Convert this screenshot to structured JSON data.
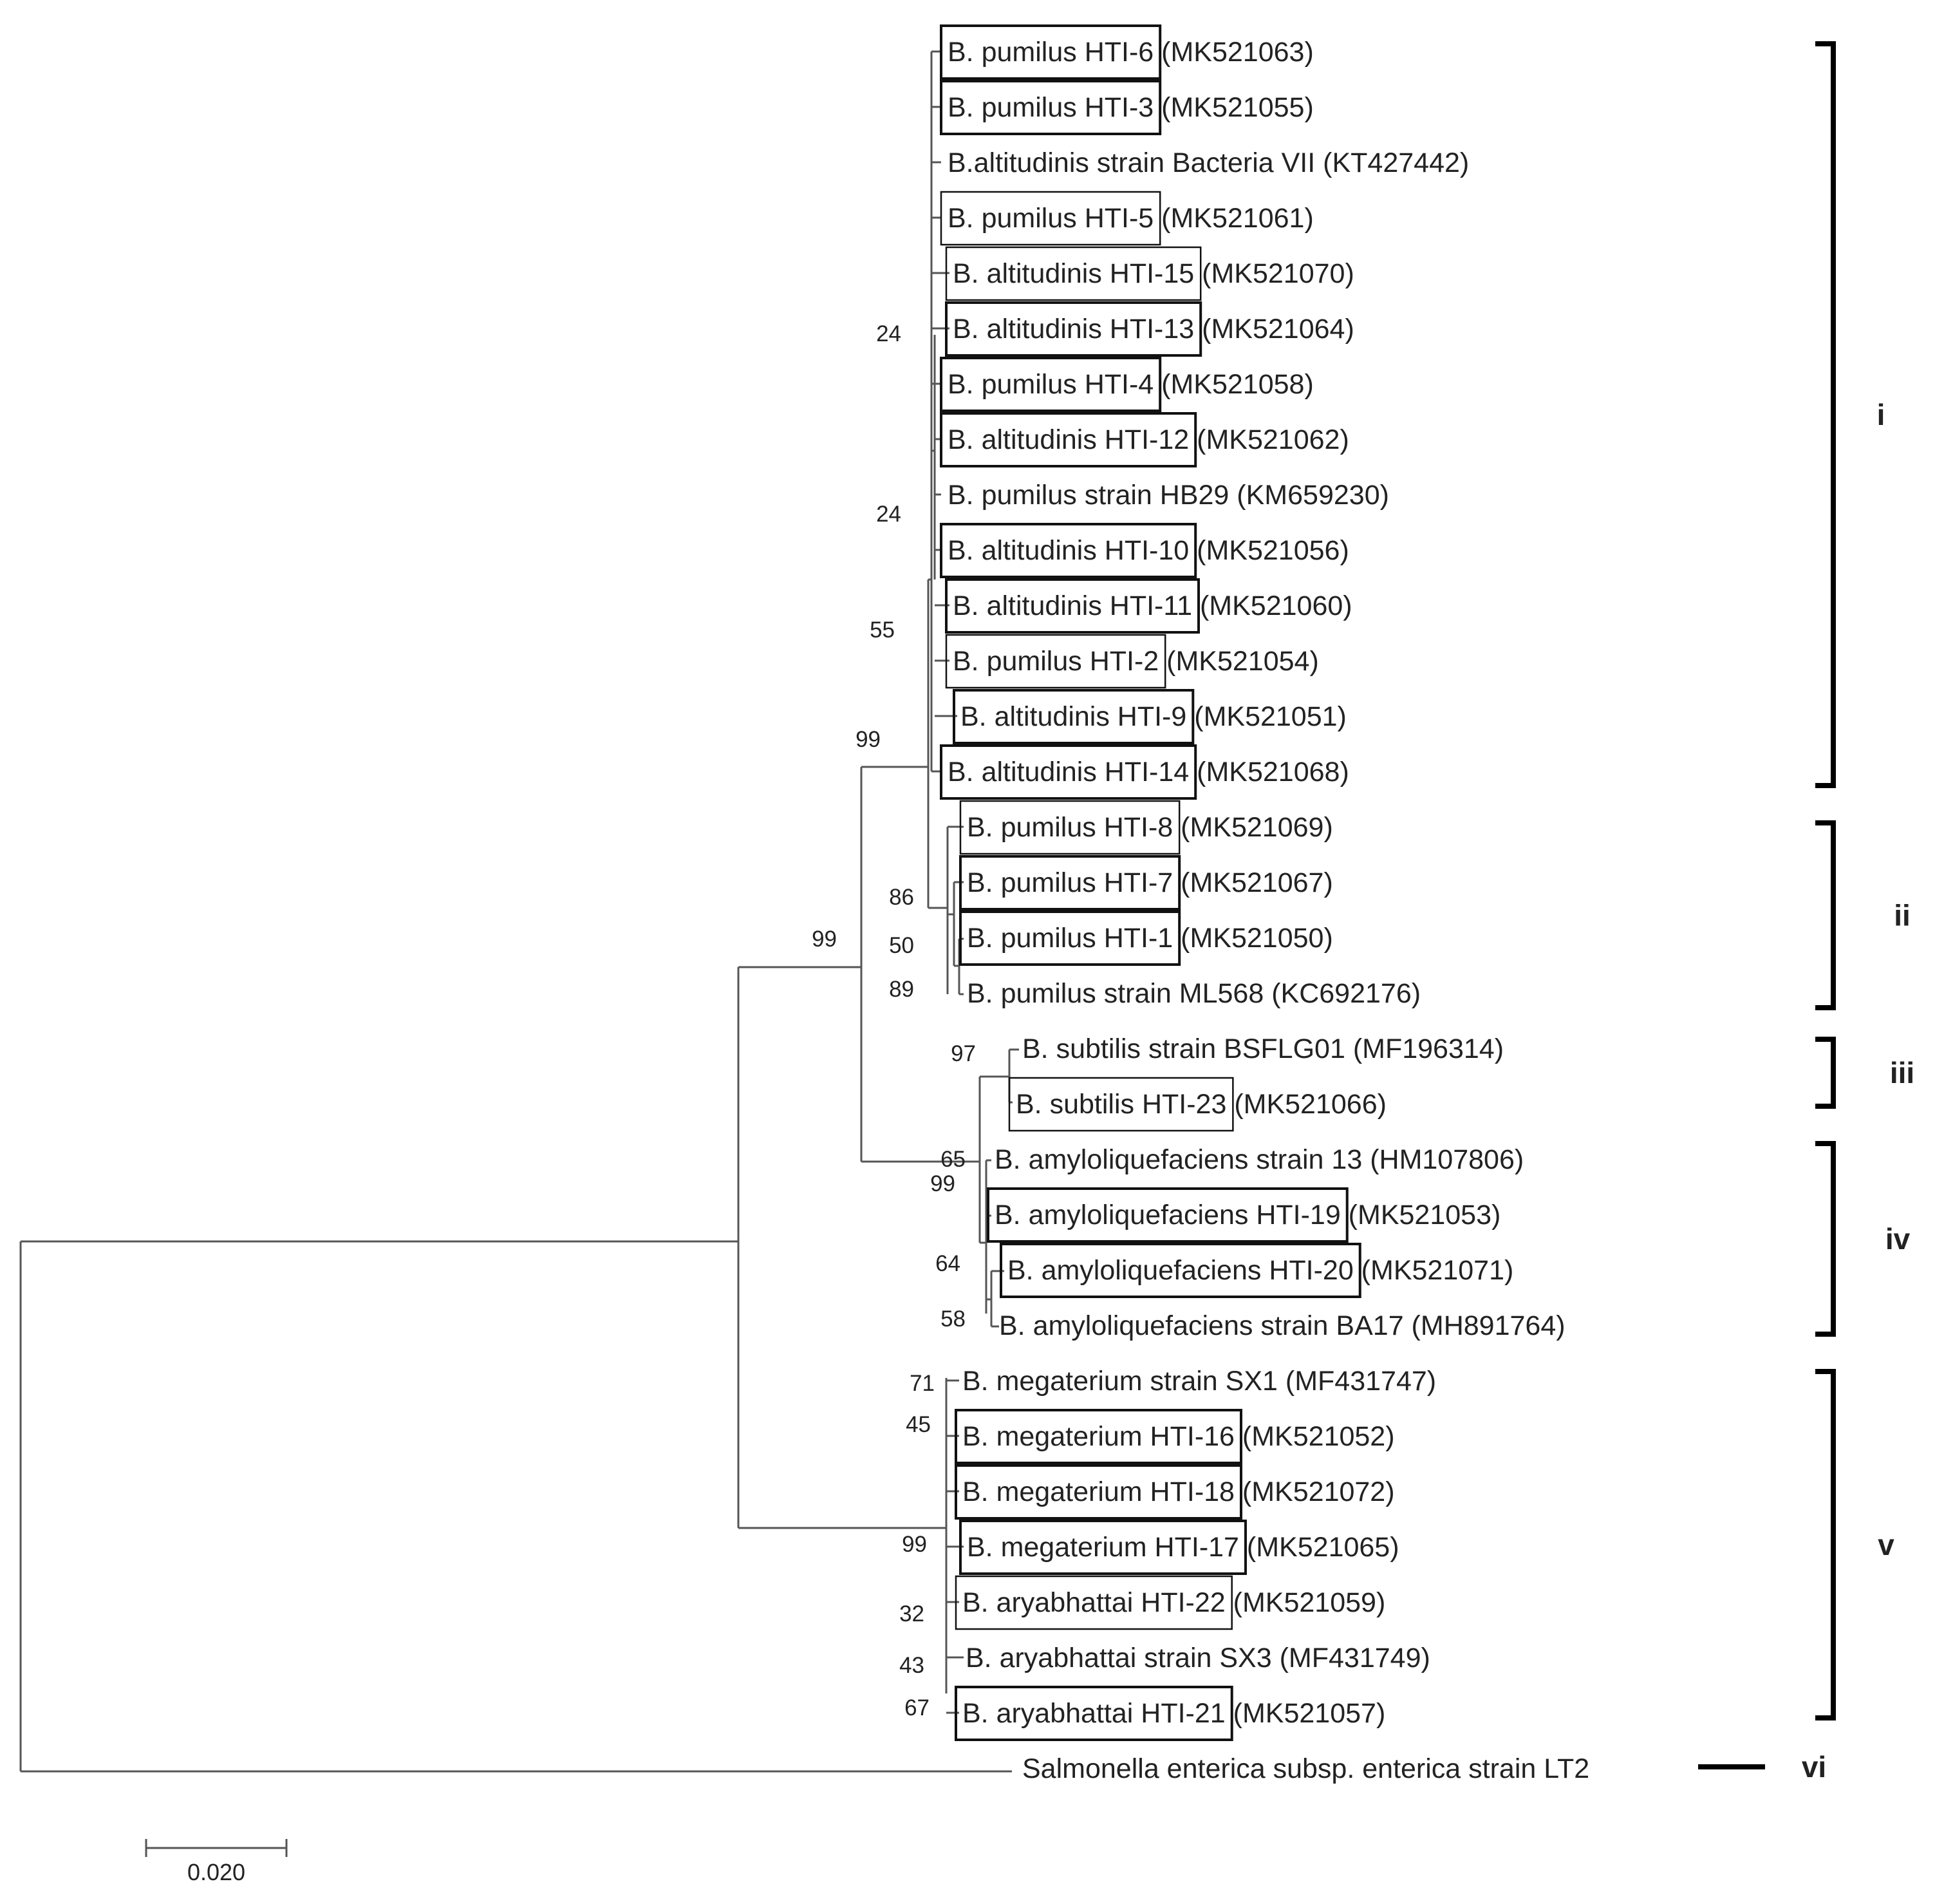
{
  "taxa": [
    {
      "id": "hti6",
      "name": "B. pumilus HTI-6",
      "accession": "(MK521063)",
      "boxed": true
    },
    {
      "id": "hti3",
      "name": "B. pumilus HTI-3",
      "accession": "(MK521055)",
      "boxed": true
    },
    {
      "id": "kt427442",
      "name": "B.altitudinis strain Bacteria VII",
      "accession": "(KT427442)",
      "boxed": false
    },
    {
      "id": "hti5",
      "name": "B. pumilus HTI-5",
      "accession": "(MK521061)",
      "boxed": true
    },
    {
      "id": "hti15",
      "name": "B. altitudinis HTI-15",
      "accession": "(MK521070)",
      "boxed": true
    },
    {
      "id": "hti13",
      "name": "B. altitudinis HTI-13",
      "accession": "(MK521064)",
      "boxed": true
    },
    {
      "id": "hti4",
      "name": "B. pumilus HTI-4",
      "accession": "(MK521058)",
      "boxed": true
    },
    {
      "id": "hti12",
      "name": "B. altitudinis HTI-12",
      "accession": "(MK521062)",
      "boxed": true
    },
    {
      "id": "km659230",
      "name": "B. pumilus strain HB29",
      "accession": "(KM659230)",
      "boxed": false
    },
    {
      "id": "hti10",
      "name": "B. altitudinis HTI-10",
      "accession": "(MK521056)",
      "boxed": true
    },
    {
      "id": "hti11",
      "name": "B. altitudinis HTI-11",
      "accession": "(MK521060)",
      "boxed": true
    },
    {
      "id": "hti2",
      "name": "B. pumilus HTI-2",
      "accession": "(MK521054)",
      "boxed": true
    },
    {
      "id": "hti9",
      "name": "B. altitudinis HTI-9",
      "accession": "(MK521051)",
      "boxed": true
    },
    {
      "id": "hti14",
      "name": "B. altitudinis HTI-14",
      "accession": "(MK521068)",
      "boxed": true
    },
    {
      "id": "hti8",
      "name": "B. pumilus HTI-8",
      "accession": "(MK521069)",
      "boxed": true
    },
    {
      "id": "hti7",
      "name": "B. pumilus HTI-7",
      "accession": "(MK521067)",
      "boxed": true
    },
    {
      "id": "hti1",
      "name": "B. pumilus HTI-1",
      "accession": "(MK521050)",
      "boxed": true
    },
    {
      "id": "kc692176",
      "name": "B. pumilus strain ML568",
      "accession": "(KC692176)",
      "boxed": false
    },
    {
      "id": "mf196314",
      "name": "B. subtilis strain BSFLG01",
      "accession": "(MF196314)",
      "boxed": false
    },
    {
      "id": "hti23",
      "name": "B. subtilis HTI-23",
      "accession": "(MK521066)",
      "boxed": true
    },
    {
      "id": "hm107806",
      "name": "B. amyloliquefaciens strain 13",
      "accession": "(HM107806)",
      "boxed": false
    },
    {
      "id": "hti19",
      "name": "B. amyloliquefaciens HTI-19",
      "accession": "(MK521053)",
      "boxed": true
    },
    {
      "id": "hti20",
      "name": "B. amyloliquefaciens HTI-20",
      "accession": "(MK521071)",
      "boxed": true
    },
    {
      "id": "mh891764",
      "name": "B. amyloliquefaciens strain BA17",
      "accession": "(MH891764)",
      "boxed": false
    },
    {
      "id": "mf431747",
      "name": "B. megaterium strain SX1",
      "accession": "(MF431747)",
      "boxed": false
    },
    {
      "id": "hti16",
      "name": "B. megaterium HTI-16",
      "accession": "(MK521052)",
      "boxed": true
    },
    {
      "id": "hti18",
      "name": "B. megaterium HTI-18",
      "accession": "(MK521072)",
      "boxed": true
    },
    {
      "id": "hti17",
      "name": "B. megaterium HTI-17",
      "accession": "(MK521065)",
      "boxed": true
    },
    {
      "id": "hti22",
      "name": "B. aryabhattai HTI-22",
      "accession": "(MK521059)",
      "boxed": true
    },
    {
      "id": "mf431749",
      "name": "B. aryabhattai strain SX3",
      "accession": "(MF431749)",
      "boxed": false
    },
    {
      "id": "hti21",
      "name": "B. aryabhattai HTI-21",
      "accession": "(MK521057)",
      "boxed": true
    },
    {
      "id": "lt2",
      "name": "Salmonella enterica subsp. enterica strain LT2",
      "accession": "",
      "boxed": false
    }
  ],
  "bootstrap_values": [
    "24",
    "24",
    "55",
    "99",
    "99",
    "86",
    "50",
    "89",
    "97",
    "65",
    "99",
    "64",
    "58",
    "71",
    "45",
    "99",
    "32",
    "43",
    "67"
  ],
  "clades": [
    {
      "id": "i",
      "label": "i"
    },
    {
      "id": "ii",
      "label": "ii"
    },
    {
      "id": "iii",
      "label": "iii"
    },
    {
      "id": "iv",
      "label": "iv"
    },
    {
      "id": "v",
      "label": "v"
    },
    {
      "id": "vi",
      "label": "vi"
    }
  ],
  "scale_bar": {
    "label": "0.020",
    "length": 0.02
  }
}
